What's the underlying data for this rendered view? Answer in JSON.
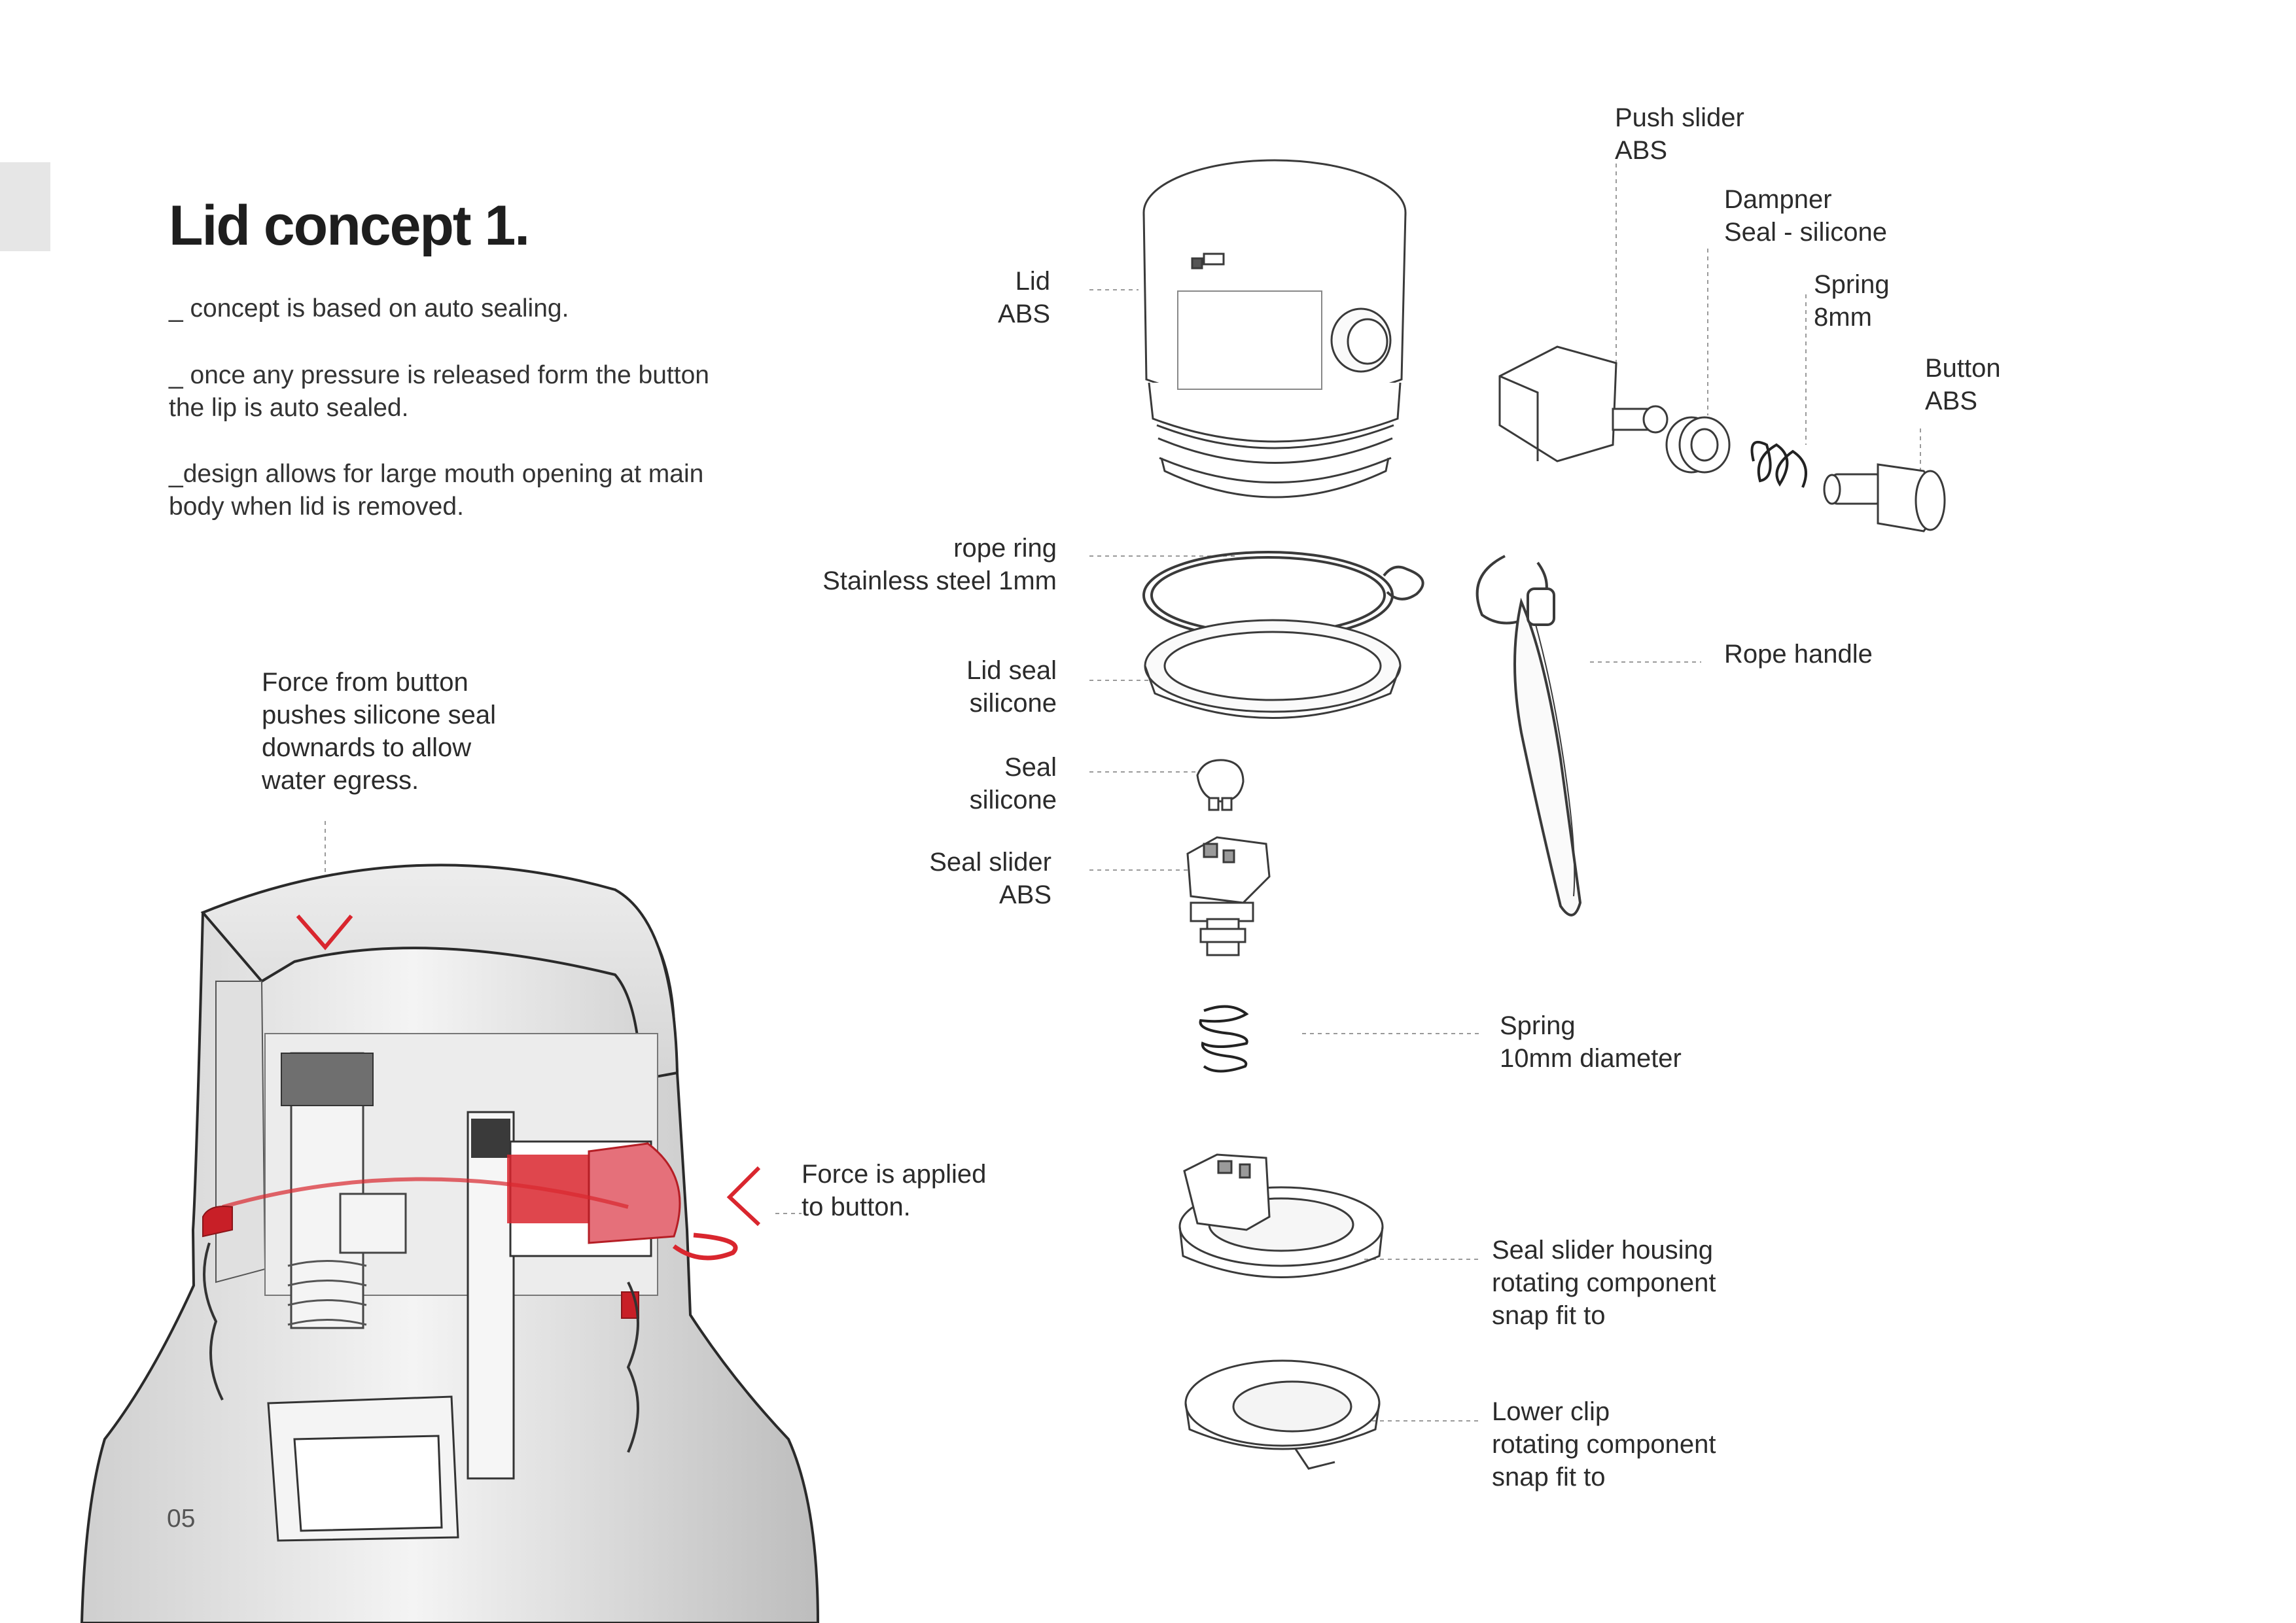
{
  "page": {
    "title": "Lid concept 1.",
    "bullets": [
      "_ concept is based on auto sealing.",
      "_ once any pressure is released form the button the lip is auto sealed.",
      "_design allows for large mouth opening at main body when lid is removed."
    ],
    "page_number": "05"
  },
  "annotations": {
    "force_button": [
      "Force from button",
      "pushes silicone seal",
      "downards to allow",
      "water egress."
    ],
    "force_applied": [
      "Force is applied",
      "to button."
    ]
  },
  "parts": {
    "lid": [
      "Lid",
      "ABS"
    ],
    "rope_ring": [
      "rope ring",
      "Stainless steel 1mm"
    ],
    "lid_seal": [
      "Lid seal",
      "silicone"
    ],
    "seal": [
      "Seal",
      "silicone"
    ],
    "seal_slider": [
      "Seal slider",
      "ABS"
    ],
    "push_slider": [
      "Push slider",
      "ABS"
    ],
    "dampner": [
      "Dampner",
      "Seal - silicone"
    ],
    "spring_8": [
      "Spring",
      "8mm"
    ],
    "button": [
      "Button",
      "ABS"
    ],
    "rope_handle": [
      "Rope handle"
    ],
    "spring_10": [
      "Spring",
      "10mm diameter"
    ],
    "seal_slider_housing": [
      "Seal slider housing",
      "rotating component",
      "snap fit to"
    ],
    "lower_clip": [
      "Lower clip",
      "rotating component",
      "snap fit to"
    ]
  },
  "colors": {
    "accent_red": "#d9262e",
    "line": "#3a3a3a",
    "leader": "#9a9a9a",
    "tab": "#e6e6e6"
  }
}
